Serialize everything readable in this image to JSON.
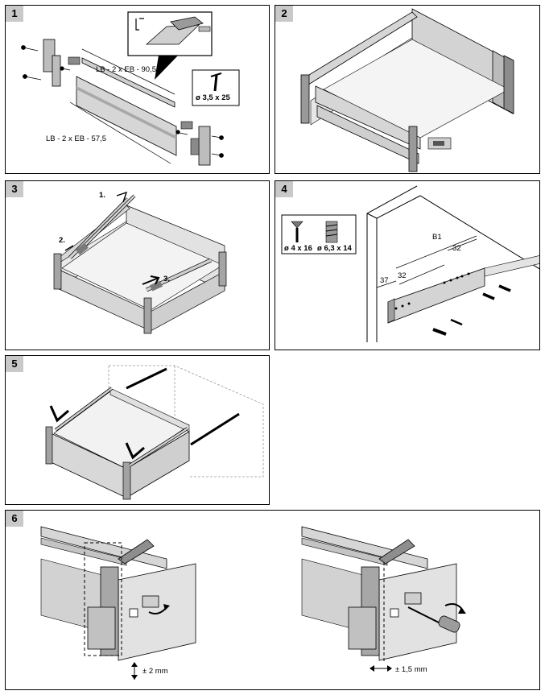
{
  "panels": [
    {
      "step": "1",
      "labels": {
        "dim_top": "LB - 2 x EB - 90,5",
        "dim_bottom": "LB - 2 x EB - 57,5",
        "screw": "ø 3,5 x 25"
      }
    },
    {
      "step": "2"
    },
    {
      "step": "3",
      "labels": {
        "s1": "1.",
        "s2": "2.",
        "s3": "3."
      }
    },
    {
      "step": "4",
      "labels": {
        "screw1": "ø 4 x 16",
        "screw2": "ø 6,3 x 14",
        "b1": "B1",
        "d32a": "32",
        "d32b": "32",
        "d37": "37"
      }
    },
    {
      "step": "5"
    },
    {
      "step": "6",
      "labels": {
        "adj_left": "± 2 mm",
        "adj_right": "± 1,5 mm"
      }
    }
  ],
  "colors": {
    "metal": "#d0d0d0",
    "dark": "#8a8a8a",
    "line": "#000000"
  }
}
